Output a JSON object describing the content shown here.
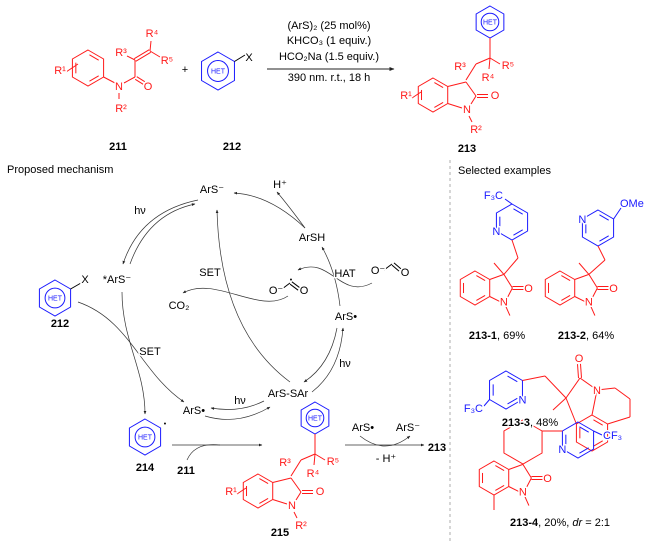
{
  "colors": {
    "substrate": "#ff1a1a",
    "heteroarene": "#1a1aff",
    "text": "#000000"
  },
  "atoms": {
    "N": "N",
    "O": "O",
    "X": "X",
    "het": "HET"
  },
  "top": {
    "r1": "R¹",
    "r2": "R²",
    "r3": "R³",
    "r4": "R⁴",
    "r5": "R⁵",
    "plus": "+",
    "conditions": [
      "(ArS)₂ (25 mol%)",
      "KHCO₃ (1 equiv.)",
      "HCO₂Na (1.5 equiv.)",
      "390 nm. r.t., 18 h"
    ],
    "compound_211": "211",
    "compound_212": "212",
    "compound_213": "213"
  },
  "mechanism": {
    "title": "Proposed mechanism",
    "ars_anion": "ArS⁻",
    "h_plus": "H⁺",
    "arsh": "ArSH",
    "hv": "hν",
    "excited_ars": "*ArS⁻",
    "set": "SET",
    "hat": "HAT",
    "co2": "CO₂",
    "o_minus": "O⁻",
    "radical_dot": "•",
    "ars_radical": "ArS•",
    "disulfide": "ArS-SAr",
    "minus_h": "- H⁺",
    "compound_211": "211",
    "compound_212": "212",
    "compound_213": "213",
    "compound_214": "214",
    "compound_215": "215"
  },
  "examples": {
    "title": "Selected examples",
    "items": [
      {
        "id": "213-1",
        "yield": ", 69%",
        "substituent": "F₃C"
      },
      {
        "id": "213-2",
        "yield": ", 64%",
        "substituent": "OMe"
      },
      {
        "id": "213-3",
        "yield": ", 48%",
        "substituent": "F₃C"
      },
      {
        "id": "213-4",
        "yield": ", 20%, ",
        "dr_label": "dr",
        "dr_value": " = 2:1",
        "substituent": "CF₃"
      }
    ]
  }
}
